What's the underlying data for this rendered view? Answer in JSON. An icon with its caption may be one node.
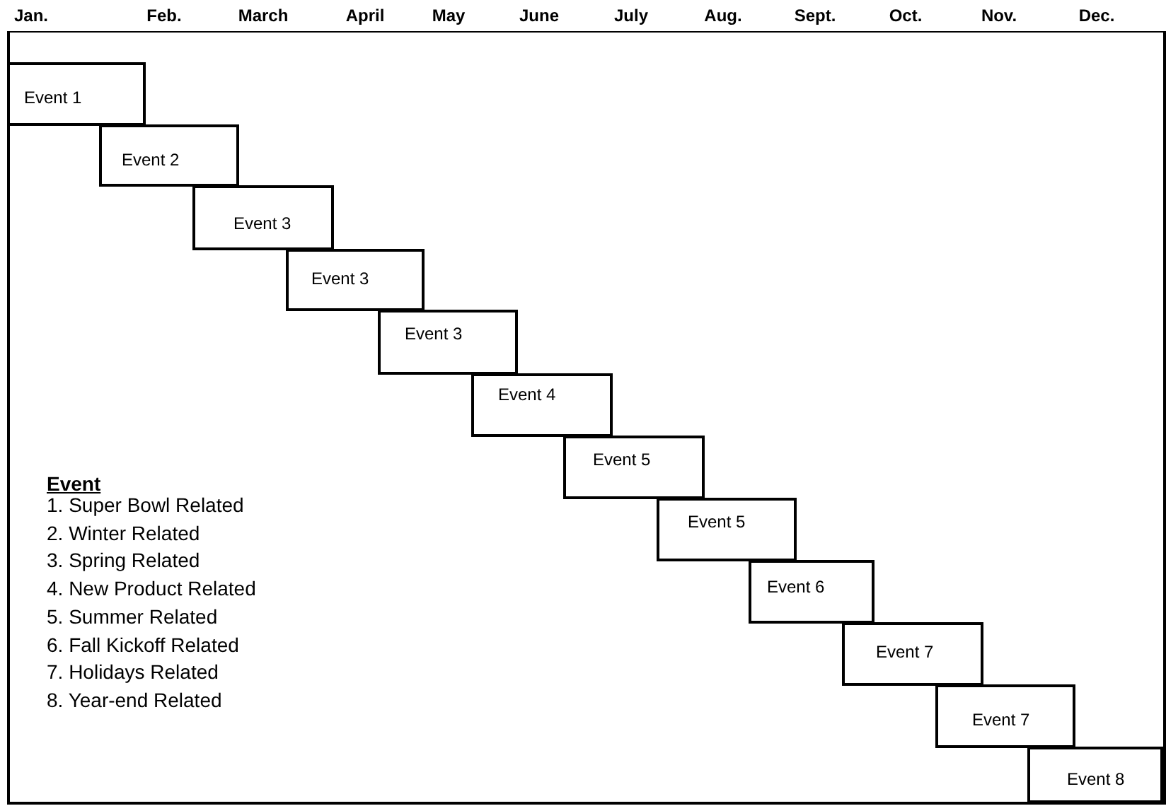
{
  "diagram": {
    "nodes": [
      {
        "text": [
          "Event 1"
        ]
      },
      {
        "text": [
          "Event 2"
        ]
      },
      {
        "text": [
          "Event 3"
        ]
      },
      {
        "text": [
          "Event 3"
        ]
      },
      {
        "text": [
          "Event 3"
        ]
      },
      {
        "text": [
          "Event 4"
        ]
      },
      {
        "text": [
          "Event 5"
        ]
      },
      {
        "text": [
          "Event 5"
        ]
      },
      {
        "text": [
          "Event 6"
        ]
      },
      {
        "text": [
          "Event 7"
        ]
      },
      {
        "text": [
          "Event 7"
        ]
      },
      {
        "text": [
          "Event 8"
        ]
      }
    ],
    "labels": [
      "Jan.",
      "Feb.",
      "March",
      "April",
      "May",
      "June",
      "July",
      "Aug.",
      "Sept.",
      "Oct.",
      "Nov.",
      "Dec.",
      "Event",
      "1. Super Bowl Related",
      "2. Winter Related",
      "3. Spring Related",
      "4. New Product Related",
      "5. Summer Related",
      "6. Fall Kickoff Related",
      "7. Holidays Related",
      "8. Year-end Related"
    ]
  }
}
